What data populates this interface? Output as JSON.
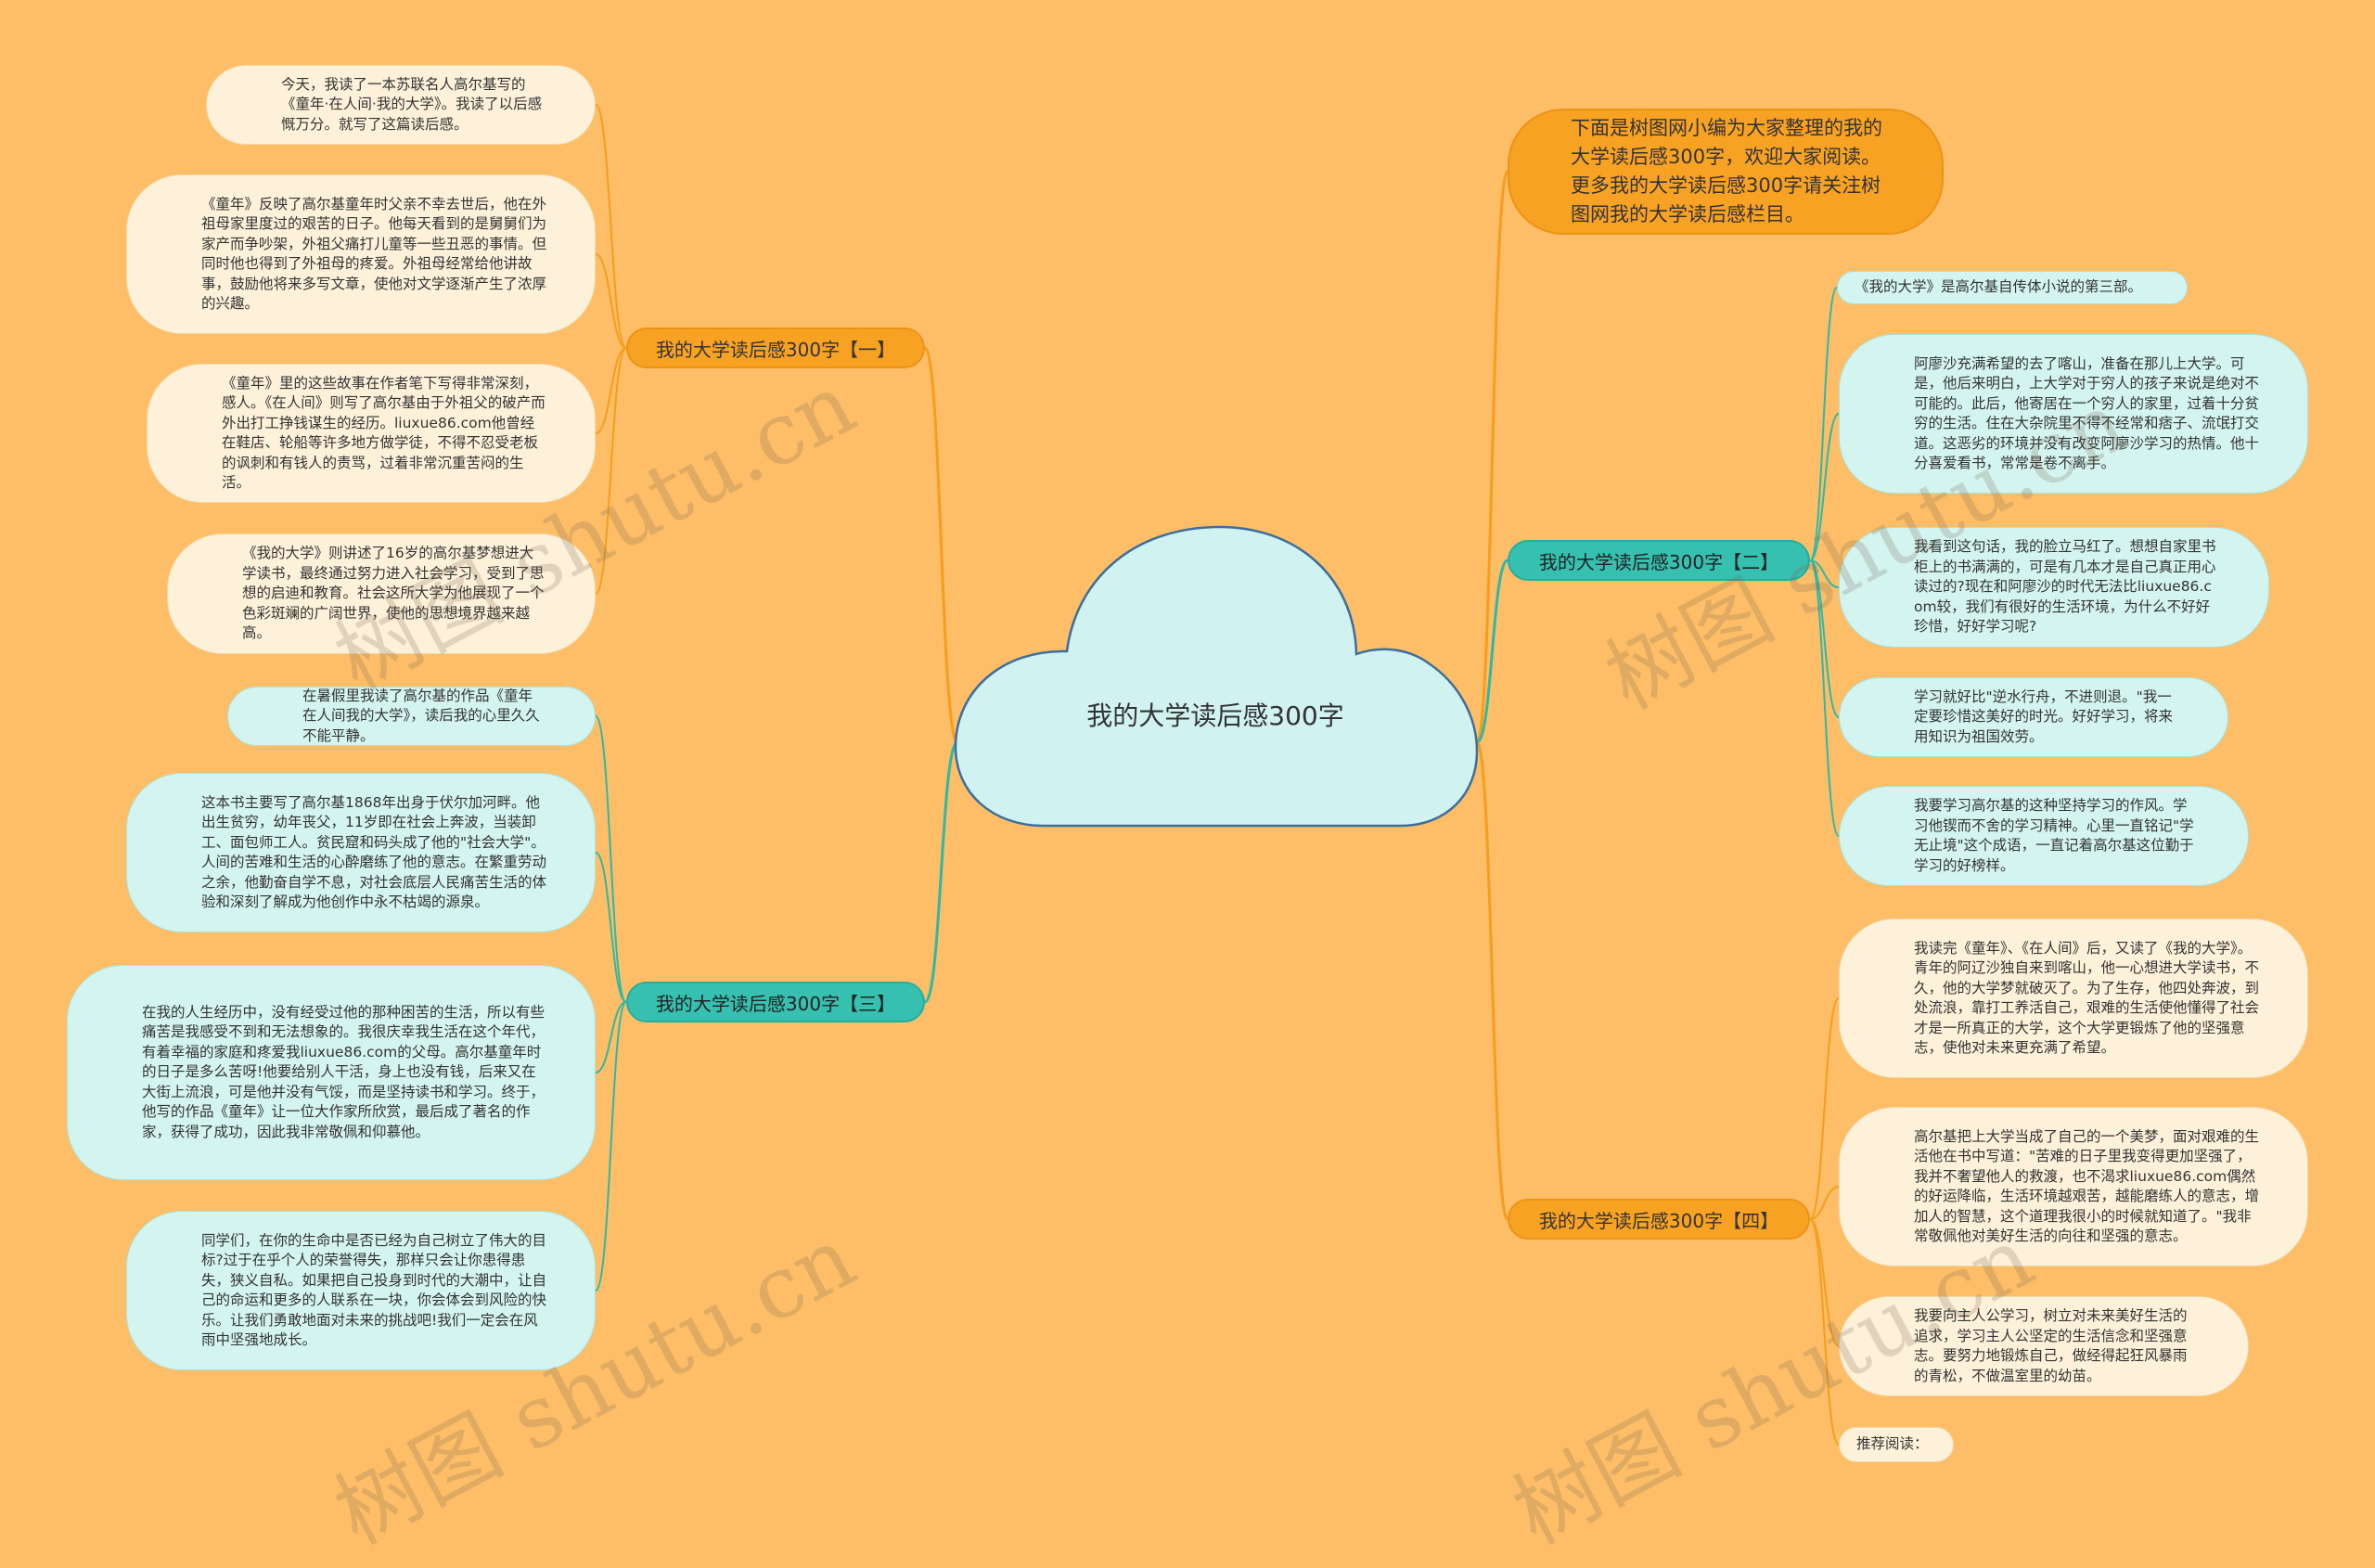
{
  "center": {
    "title": "我的大学读后感300字"
  },
  "intro": "下面是树图网小编为大家整理的我的大学读后感300字，欢迎大家阅读。更多我的大学读后感300字请关注树图网我的大学读后感栏目。",
  "branches": [
    {
      "label": "我的大学读后感300字【一】",
      "items": [
        "今天，我读了一本苏联名人高尔基写的《童年·在人间·我的大学》。我读了以后感慨万分。就写了这篇读后感。",
        "《童年》反映了高尔基童年时父亲不幸去世后，他在外祖母家里度过的艰苦的日子。他每天看到的是舅舅们为家产而争吵架，外祖父痛打儿童等一些丑恶的事情。但同时他也得到了外祖母的疼爱。外祖母经常给他讲故事，鼓励他将来多写文章，使他对文学逐渐产生了浓厚的兴趣。",
        "《童年》里的这些故事在作者笔下写得非常深刻，感人。《在人间》则写了高尔基由于外祖父的破产而外出打工挣钱谋生的经历。liuxue86.com他曾经在鞋店、轮船等许多地方做学徒，不得不忍受老板的讽刺和有钱人的责骂，过着非常沉重苦闷的生活。",
        "《我的大学》则讲述了16岁的高尔基梦想进大学读书，最终通过努力进入社会学习，受到了思想的启迪和教育。社会这所大学为他展现了一个色彩斑斓的广阔世界，使他的思想境界越来越高。"
      ]
    },
    {
      "label": "我的大学读后感300字【二】",
      "items": [
        "《我的大学》是高尔基自传体小说的第三部。",
        "阿廖沙充满希望的去了喀山，准备在那儿上大学。可是，他后来明白，上大学对于穷人的孩子来说是绝对不可能的。此后，他寄居在一个穷人的家里，过着十分贫穷的生活。住在大杂院里不得不经常和痞子、流氓打交道。这恶劣的环境并没有改变阿廖沙学习的热情。他十分喜爱看书，常常是卷不离手。",
        "我看到这句话，我的脸立马红了。想想自家里书柜上的书满满的，可是有几本才是自己真正用心读过的?现在和阿廖沙的时代无法比liuxue86.com较，我们有很好的生活环境，为什么不好好珍惜，好好学习呢?",
        "学习就好比\"逆水行舟，不进则退。\"我一定要珍惜这美好的时光。好好学习，将来用知识为祖国效劳。",
        "我要学习高尔基的这种坚持学习的作风。学习他锲而不舍的学习精神。心里一直铭记\"学无止境\"这个成语，一直记着高尔基这位勤于学习的好榜样。"
      ]
    },
    {
      "label": "我的大学读后感300字【三】",
      "items": [
        "在暑假里我读了高尔基的作品《童年在人间我的大学》，读后我的心里久久不能平静。",
        "这本书主要写了高尔基1868年出身于伏尔加河畔。他出生贫穷，幼年丧父，11岁即在社会上奔波，当装卸工、面包师工人。贫民窟和码头成了他的\"社会大学\"。人间的苦难和生活的心酔磨练了他的意志。在繁重劳动之余，他勤奋自学不息，对社会底层人民痛苦生活的体验和深刻了解成为他创作中永不枯竭的源泉。",
        "在我的人生经历中，没有经受过他的那种困苦的生活，所以有些痛苦是我感受不到和无法想象的。我很庆幸我生活在这个年代，有着幸福的家庭和疼爱我liuxue86.com的父母。高尔基童年时的日子是多么苦呀!他要给别人干活，身上也没有钱，后来又在大街上流浪，可是他并没有气馁，而是坚持读书和学习。终于，他写的作品《童年》让一位大作家所欣赏，最后成了著名的作家，获得了成功，因此我非常敬佩和仰慕他。",
        "同学们，在你的生命中是否已经为自己树立了伟大的目标?过于在乎个人的荣誉得失，那样只会让你患得患失，狭义自私。如果把自己投身到时代的大潮中，让自己的命运和更多的人联系在一块，你会体会到风险的快乐。让我们勇敢地面对未来的挑战吧!我们一定会在风雨中坚强地成长。"
      ]
    },
    {
      "label": "我的大学读后感300字【四】",
      "items": [
        "我读完《童年》、《在人间》后，又读了《我的大学》。青年的阿辽沙独自来到喀山，他一心想进大学读书，不久，他的大学梦就破灭了。为了生存，他四处奔波，到处流浪，靠打工养活自己，艰难的生活使他懂得了社会才是一所真正的大学，这个大学更锻炼了他的坚强意志，使他对未来更充满了希望。",
        "高尔基把上大学当成了自己的一个美梦，面对艰难的生活他在书中写道：\"苦难的日子里我变得更加坚强了，我并不奢望他人的救渡，也不渴求liuxue86.com偶然的好运降临，生活环境越艰苦，越能磨练人的意志，增加人的智慧，这个道理我很小的时候就知道了。\"我非常敬佩他对美好生活的向往和坚强的意志。",
        "我要向主人公学习，树立对未来美好生活的追求，学习主人公坚定的生活信念和坚强意志。要努力地锻炼自己，做经得起狂风暴雨的青松，不做温室里的幼苗。",
        "推荐阅读："
      ]
    }
  ],
  "watermark": "树图 shutu.cn",
  "colors": {
    "background": "#FDBE67",
    "cloud": "#D0F3F1",
    "cloud_border": "#3E6E9B",
    "orange": "#F8A224",
    "teal": "#36C0B0",
    "link_orange": "#F59E1C",
    "link_teal": "#2FB8A6"
  }
}
